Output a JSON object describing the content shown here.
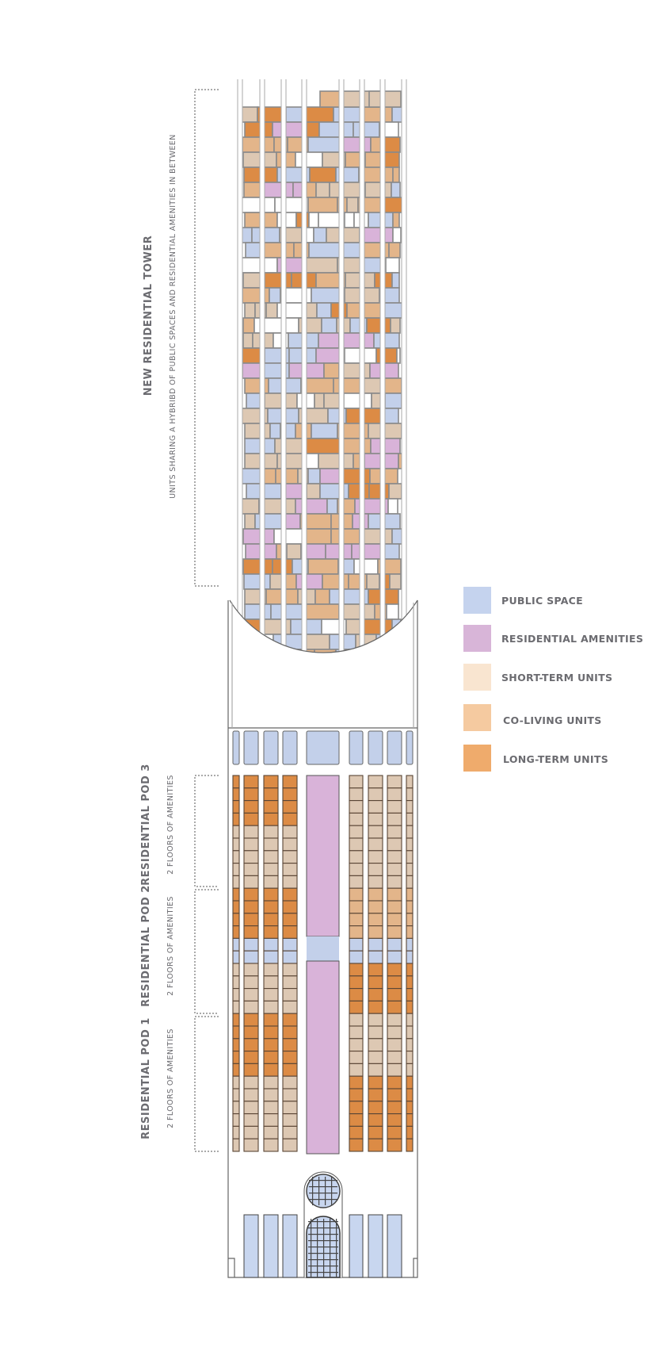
{
  "tower": {
    "title": "NEW RESIDENTIAL TOWER",
    "subtitle": "UNITS SHARING A HYBRIBD OF PUBLIC SPACES AND RESIDENTIAL AMENITIES IN BETWEEN"
  },
  "pods": [
    {
      "title": "RESIDENTIAL POD 3",
      "subtitle": "2 FLOORS OF AMENITIES"
    },
    {
      "title": "RESIDENTIAL POD 2",
      "subtitle": "2 FLOORS OF AMENITIES"
    },
    {
      "title": "RESIDENTIAL POD 1",
      "subtitle": "2 FLOORS OF AMENITIES"
    }
  ],
  "legend": [
    {
      "label": "PUBLIC SPACE",
      "color": "#c5d3ee"
    },
    {
      "label": "RESIDENTIAL AMENITIES",
      "color": "#d8b5d8"
    },
    {
      "label": "SHORT-TERM UNITS",
      "color": "#f9e5d0"
    },
    {
      "label": "CO-LIVING UNITS",
      "color": "#f5caa0"
    },
    {
      "label": "LONG-TERM UNITS",
      "color": "#efab6c"
    }
  ],
  "drawing_colors": {
    "public": "#c3d0ea",
    "amenity": "#d9b3d9",
    "short": "#ddc8b3",
    "coliving": "#e3b58a",
    "long": "#dc8b45"
  }
}
